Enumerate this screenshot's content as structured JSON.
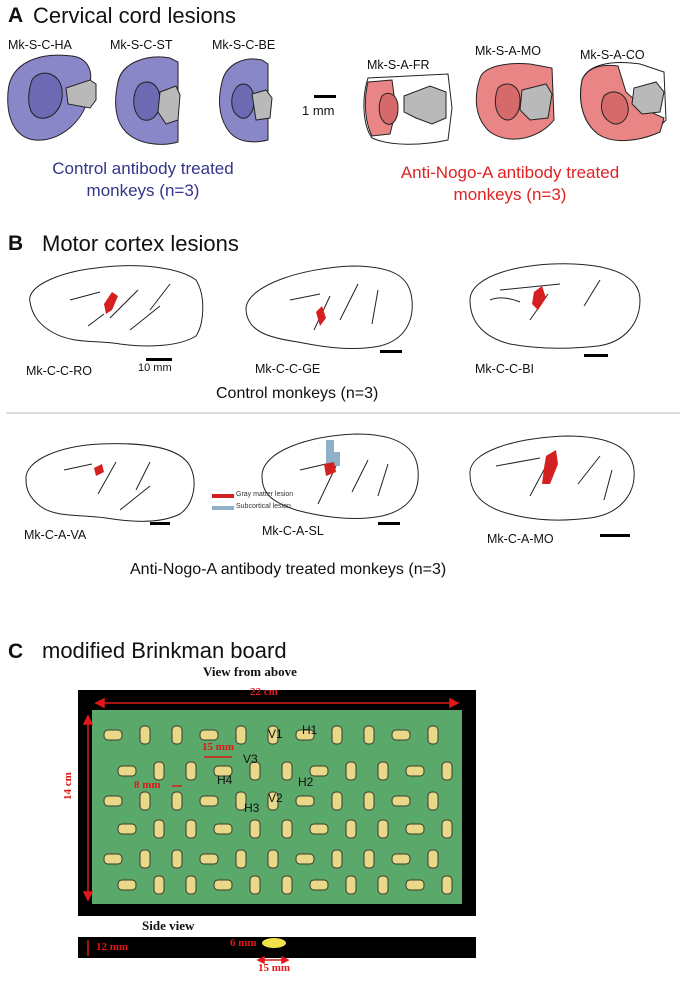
{
  "panel_a": {
    "letter": "A",
    "title": "Cervical cord lesions",
    "control_codes": [
      "Mk-S-C-HA",
      "Mk-S-C-ST",
      "Mk-S-C-BE"
    ],
    "nogo_codes": [
      "Mk-S-A-FR",
      "Mk-S-A-MO",
      "Mk-S-A-CO"
    ],
    "scale_label": "1 mm",
    "control_caption_line1": "Control antibody treated",
    "control_caption_line2": "monkeys (n=3)",
    "nogo_caption_line1": "Anti-Nogo-A antibody treated",
    "nogo_caption_line2": "monkeys (n=3)",
    "control_color": "#8a87c9",
    "nogo_color": "#ea8585"
  },
  "panel_b": {
    "letter": "B",
    "title": "Motor cortex lesions",
    "control_codes": [
      "Mk-C-C-RO",
      "Mk-C-C-GE",
      "Mk-C-C-BI"
    ],
    "scale_label": "10 mm",
    "control_caption": "Control monkeys (n=3)",
    "nogo_codes": [
      "Mk-C-A-VA",
      "Mk-C-A-SL",
      "Mk-C-A-MO"
    ],
    "legend_gray": "Gray matter lesion",
    "legend_sub": "Subcortical lesion",
    "nogo_caption": "Anti-Nogo-A antibody treated monkeys (n=3)",
    "lesion_color": "#d42020",
    "subcortical_color": "#8fb0c6"
  },
  "panel_c": {
    "letter": "C",
    "title": "modified Brinkman board",
    "view_above": "View from above",
    "width_label": "22 cm",
    "height_label": "14 cm",
    "peg_length_label": "15 mm",
    "peg_width_label": "8 mm",
    "slot_labels": [
      "V1",
      "H1",
      "V3",
      "H4",
      "H2",
      "V2",
      "H3"
    ],
    "side_view": "Side view",
    "side_height": "12 mm",
    "side_depth": "6 mm",
    "side_length": "15 mm",
    "board_color": "#5aa86a"
  }
}
